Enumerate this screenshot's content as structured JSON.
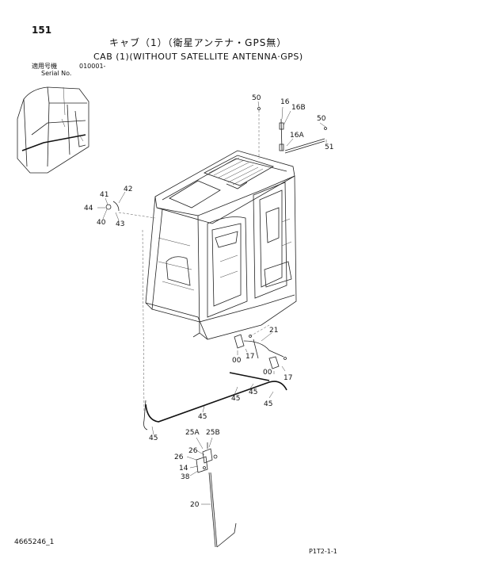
{
  "header": {
    "page_number": "151",
    "title_jp": "キャブ（1）（衛星アンテナ・GPS無）",
    "title_en": "CAB (1)(WITHOUT SATELLITE ANTENNA·GPS)",
    "serial_label_jp": "適用号機",
    "serial_value": "010001-",
    "serial_label_en": "Serial No."
  },
  "footer": {
    "document_number": "4665246_1",
    "sheet_code": "P1T2-1-1"
  },
  "callouts": {
    "c50a": "50",
    "c16": "16",
    "c16b": "16B",
    "c50b": "50",
    "c16a": "16A",
    "c51": "51",
    "c41": "41",
    "c42": "42",
    "c44": "44",
    "c40": "40",
    "c43": "43",
    "c21": "21",
    "c00a": "00",
    "c17a": "17",
    "c00b": "00",
    "c17b": "17",
    "c45a": "45",
    "c45b": "45",
    "c45c": "45",
    "c45d": "45",
    "c45e": "45",
    "c25a": "25A",
    "c25b": "25B",
    "c26a": "26",
    "c26b": "26",
    "c14": "14",
    "c38": "38",
    "c20": "20"
  }
}
